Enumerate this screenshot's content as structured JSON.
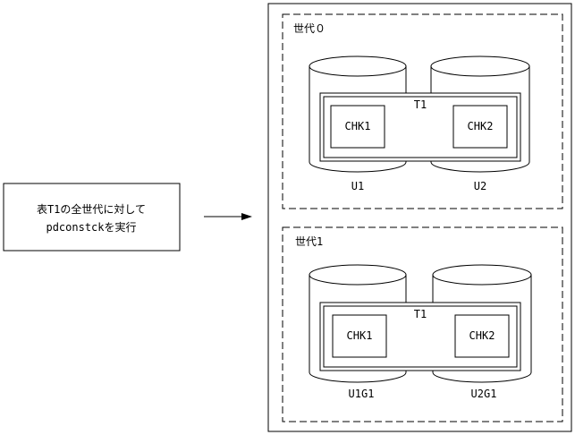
{
  "command_box": {
    "line1": "表T1の全世代に対して",
    "line2": "pdconstckを実行"
  },
  "generations": [
    {
      "label": "世代０",
      "table_label": "T1",
      "constraints": [
        "CHK1",
        "CHK2"
      ],
      "storage_units": [
        "U1",
        "U2"
      ]
    },
    {
      "label": "世代1",
      "table_label": "T1",
      "constraints": [
        "CHK1",
        "CHK2"
      ],
      "storage_units": [
        "U1G1",
        "U2G1"
      ]
    }
  ]
}
